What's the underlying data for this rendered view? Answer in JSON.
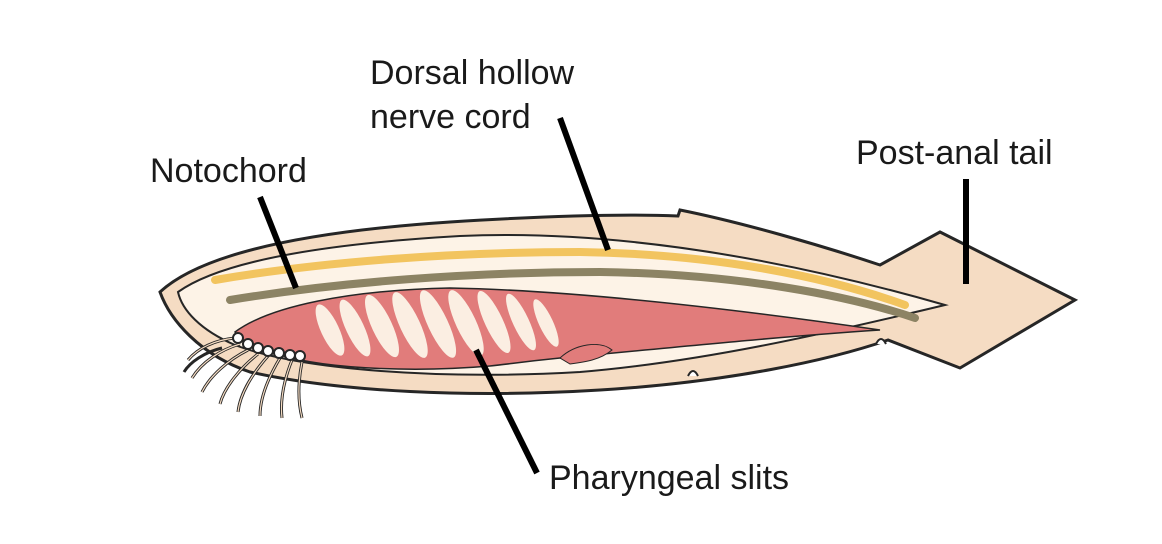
{
  "diagram": {
    "labels": {
      "dorsal_line1": "Dorsal hollow",
      "dorsal_line2": "nerve cord",
      "notochord": "Notochord",
      "post_anal_tail": "Post-anal tail",
      "pharyngeal_slits": "Pharyngeal slits"
    },
    "colors": {
      "body_fill": "#f5dcc3",
      "body_outline": "#262626",
      "inner_fill": "#fdf3e7",
      "nerve_cord": "#f2c45f",
      "notochord": "#8c8364",
      "pharynx": "#e17c7b",
      "slits": "#fbeee2"
    }
  }
}
